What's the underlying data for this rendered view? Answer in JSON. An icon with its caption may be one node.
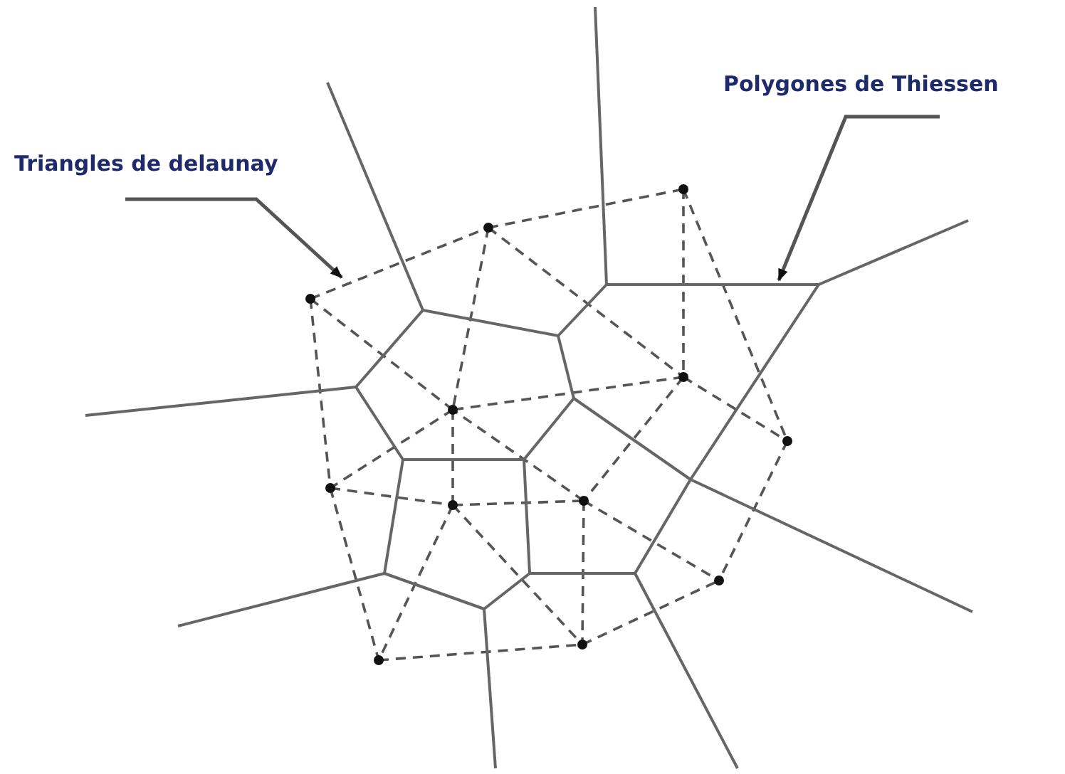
{
  "diagram": {
    "nodes": [
      {
        "text": [
          "Triangles de delaunay"
        ]
      },
      {
        "text": [
          "Polygones de Thiessen"
        ]
      }
    ],
    "edges": [
      {
        "from": 0,
        "to": null,
        "arrow": "to"
      },
      {
        "from": 1,
        "to": null,
        "arrow": "to"
      }
    ]
  }
}
